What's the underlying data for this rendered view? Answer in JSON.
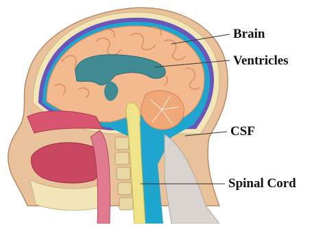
{
  "labels": {
    "brain": "Brain",
    "ventricles": "Ventricles",
    "csf": "CSF",
    "spinal_cord": "Spinal Cord"
  },
  "colors": {
    "skin": "#e9c19a",
    "skull": "#f2e6b8",
    "csf": "#1fa6cf",
    "dura": "#6a55b8",
    "brain": "#f3b98f",
    "brain_fold": "#d98962",
    "ventricle": "#3f8a93",
    "mouth": "#d9546f",
    "tongue": "#c94760",
    "spine": "#e9d7a6",
    "spinal_cord": "#f0e48a",
    "cerebellum": "#f0a878"
  },
  "icons": [
    "brain-illustration",
    "head-cross-section"
  ]
}
